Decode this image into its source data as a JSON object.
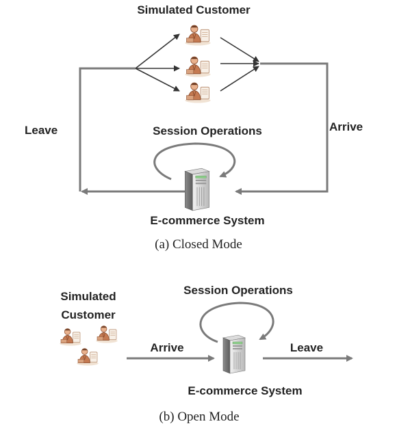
{
  "closed_mode": {
    "top_label": "Simulated Customer",
    "leave_label": "Leave",
    "arrive_label": "Arrive",
    "session_label": "Session Operations",
    "system_label": "E-commerce System",
    "caption": "(a) Closed Mode"
  },
  "open_mode": {
    "customer_label_line1": "Simulated",
    "customer_label_line2": "Customer",
    "session_label": "Session Operations",
    "arrive_label": "Arrive",
    "leave_label": "Leave",
    "system_label": "E-commerce System",
    "caption": "(b) Open Mode"
  },
  "icons": [
    "customer-icon",
    "server-icon"
  ],
  "colors": {
    "arrow_gray": "#7a7a7a",
    "arrow_dark": "#333333",
    "text": "#222222"
  }
}
